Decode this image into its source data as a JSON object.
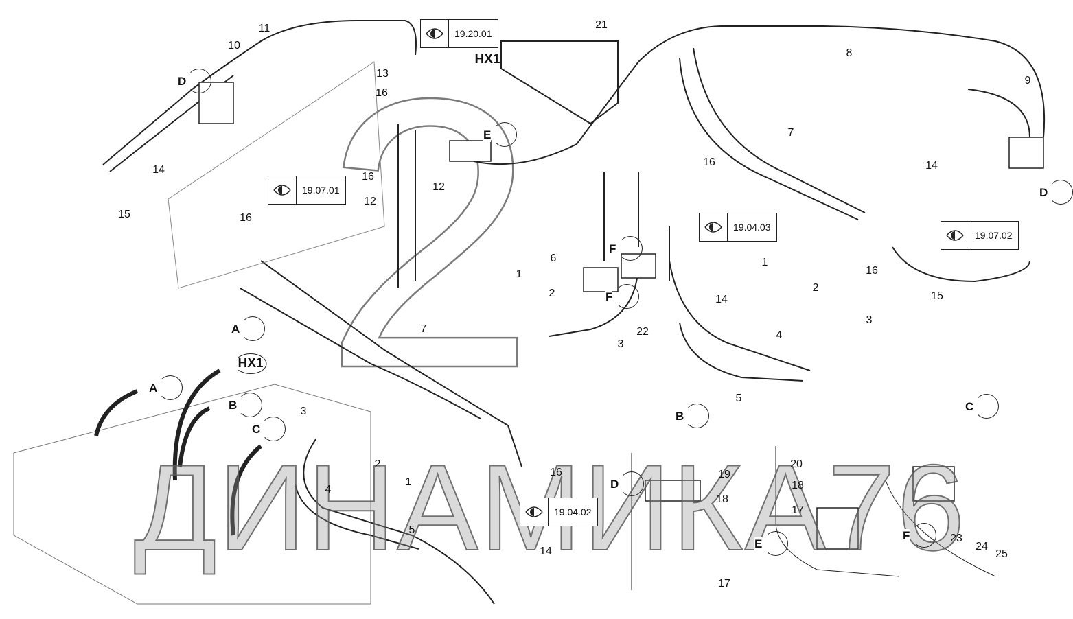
{
  "callouts": [
    "11",
    "10",
    "13",
    "16",
    "21",
    "8",
    "9",
    "7",
    "16",
    "14",
    "14",
    "15",
    "16",
    "12",
    "12",
    "16",
    "16",
    "15",
    "6",
    "1",
    "2",
    "14",
    "22",
    "3",
    "1",
    "2",
    "3",
    "4",
    "5",
    "7",
    "3",
    "2",
    "1",
    "4",
    "5",
    "16",
    "14",
    "19",
    "18",
    "17",
    "20",
    "18",
    "17",
    "23",
    "24",
    "25"
  ],
  "view_markers": [
    "D",
    "E",
    "D",
    "F",
    "F",
    "A",
    "A",
    "B",
    "C",
    "B",
    "C",
    "D",
    "E",
    "F"
  ],
  "hx1_labels": [
    "HX1",
    "HX1"
  ],
  "reference_boxes": [
    "19.20.01",
    "19.07.01",
    "19.04.03",
    "19.07.02",
    "19.04.02"
  ],
  "watermark": {
    "text": "ДИНАМИКА76",
    "glyph": "2"
  }
}
